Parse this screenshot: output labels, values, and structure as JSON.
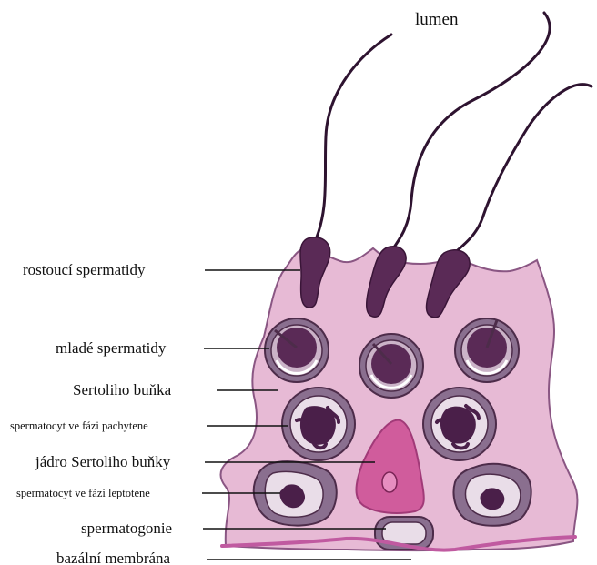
{
  "title": "lumen",
  "labels": {
    "growing_spermatids": "rostoucí spermatidy",
    "young_spermatids": "mladé spermatidy",
    "sertoli_cell": "Sertoliho buňka",
    "spermatocyte_pachytene": "spermatocyt ve fázi pachytene",
    "sertoli_nucleus": "jádro Sertoliho buňky",
    "spermatocyte_leptotene": "spermatocyt ve fázi leptotene",
    "spermatogonium": "spermatogonie",
    "basal_membrane": "bazální membrána"
  },
  "colors": {
    "cell_fill": "#e7bad5",
    "cell_stroke": "#8a5683",
    "dark_purple": "#5a2a56",
    "mid_purple": "#8a6f8f",
    "light_purple": "#cbb3c8",
    "nucleus": "#d05c9c",
    "membrane": "#c05aa0"
  }
}
